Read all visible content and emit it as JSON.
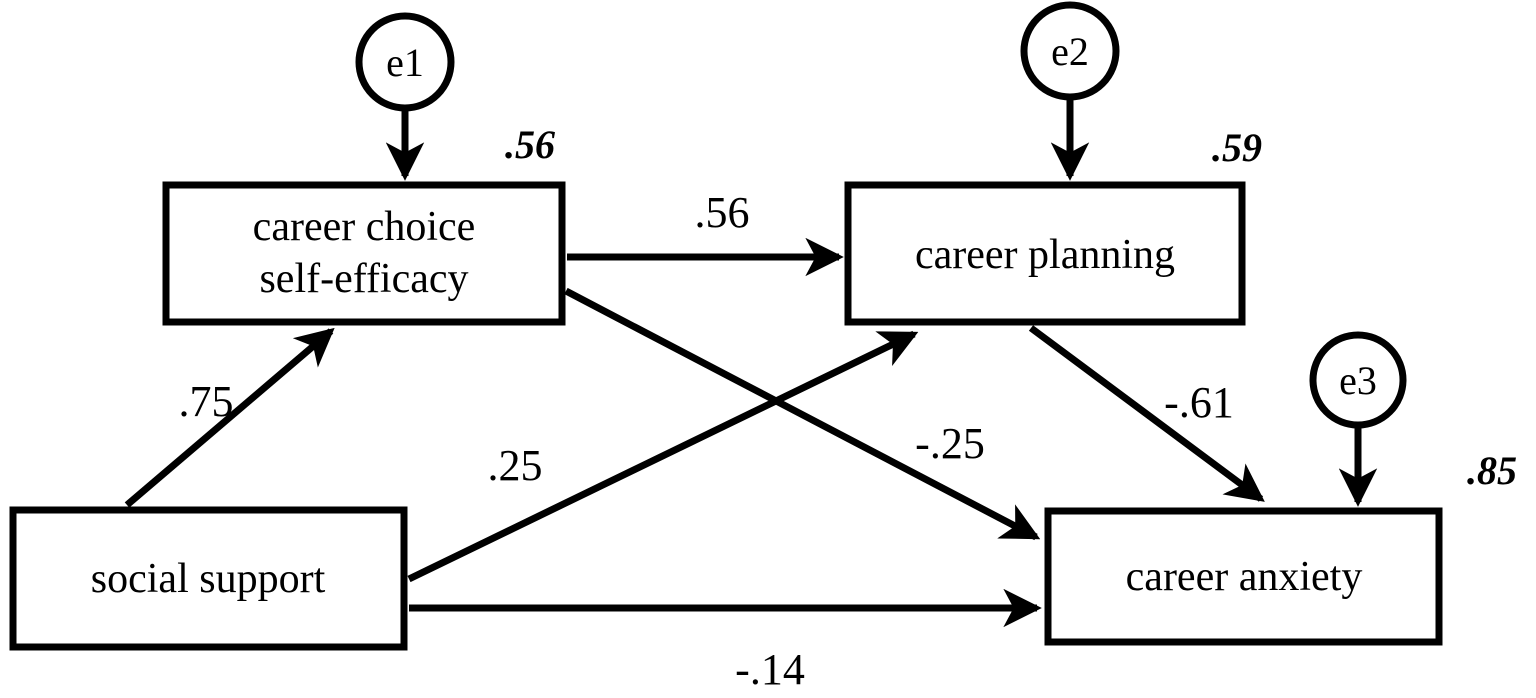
{
  "figure": {
    "type": "path-diagram",
    "background": "#ffffff",
    "ink": "#000000",
    "nodes": {
      "career_choice_self_efficacy": {
        "line1": "career choice",
        "line2": "self-efficacy",
        "r2": ".56"
      },
      "career_planning": {
        "label": "career planning",
        "r2": ".59"
      },
      "social_support": {
        "label": "social support"
      },
      "career_anxiety": {
        "label": "career anxiety",
        "r2": ".85"
      }
    },
    "error_terms": [
      {
        "label": "e1",
        "points_to": "career choice self-efficacy"
      },
      {
        "label": "e2",
        "points_to": "career planning"
      },
      {
        "label": "e3",
        "points_to": "career anxiety"
      }
    ],
    "paths": [
      {
        "from": "social support",
        "to": "career choice self-efficacy",
        "coef": ".75"
      },
      {
        "from": "career choice self-efficacy",
        "to": "career planning",
        "coef": ".56"
      },
      {
        "from": "social support",
        "to": "career planning",
        "coef": ".25"
      },
      {
        "from": "career choice self-efficacy",
        "to": "career anxiety",
        "coef": "-.25"
      },
      {
        "from": "career planning",
        "to": "career anxiety",
        "coef": "-.61"
      },
      {
        "from": "social support",
        "to": "career anxiety",
        "coef": "-.14"
      }
    ]
  }
}
